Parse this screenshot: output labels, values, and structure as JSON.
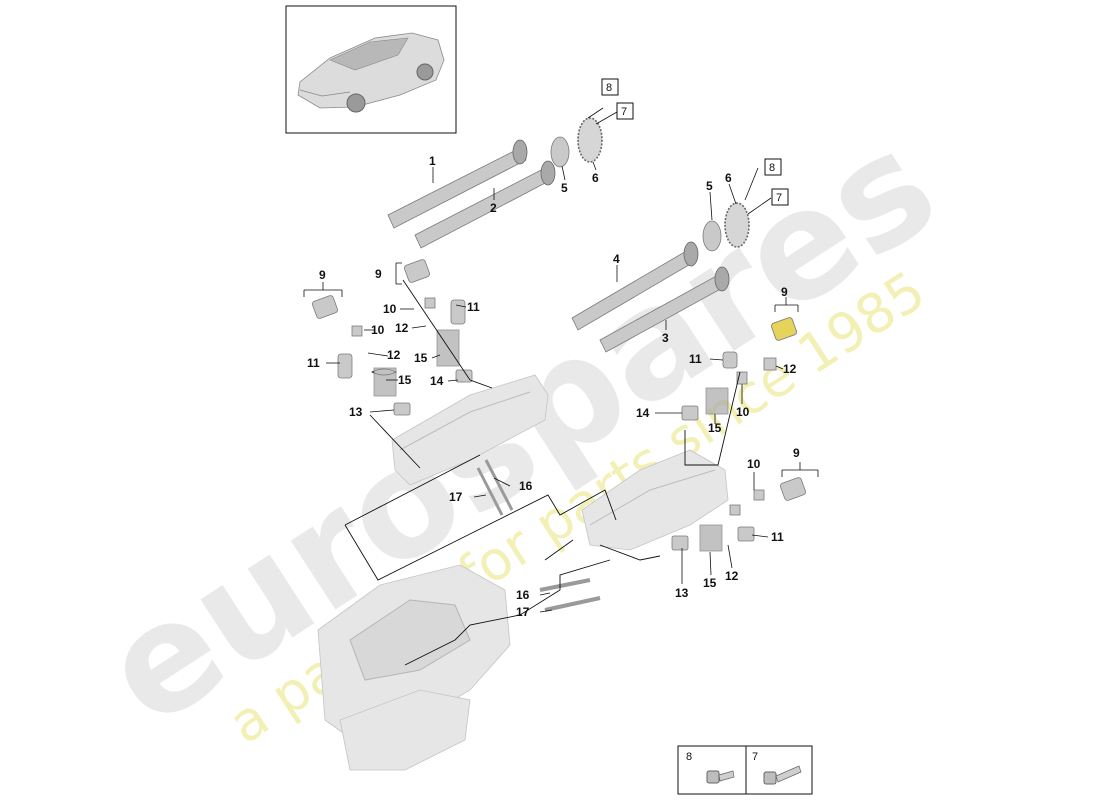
{
  "watermark": {
    "brand": "eurospares",
    "tagline": "a passion for parts since 1985"
  },
  "callouts": {
    "c1": "1",
    "c2": "2",
    "c3": "3",
    "c4": "4",
    "c5a": "5",
    "c6a": "6",
    "c5b": "5",
    "c6b": "6",
    "c8a": "8",
    "c7a": "7",
    "c8b": "8",
    "c7b": "7",
    "c9a": "9",
    "c11a": "11",
    "c10a": "10",
    "c12a": "12",
    "c15a": "15",
    "c13a": "13",
    "c9b": "9",
    "c10b": "10",
    "c11b": "11",
    "c12b": "12",
    "c15b": "15",
    "c14a": "14",
    "c9c": "9",
    "c11c": "11",
    "c12c": "12",
    "c10c": "10",
    "c14b": "14",
    "c15c": "15",
    "c16a": "16",
    "c17a": "17",
    "c9d": "9",
    "c10d": "10",
    "c11d": "11",
    "c12d": "12",
    "c15d": "15",
    "c13b": "13",
    "c16b": "16",
    "c17b": "17"
  },
  "legend": {
    "left_label": "8",
    "right_label": "7"
  }
}
